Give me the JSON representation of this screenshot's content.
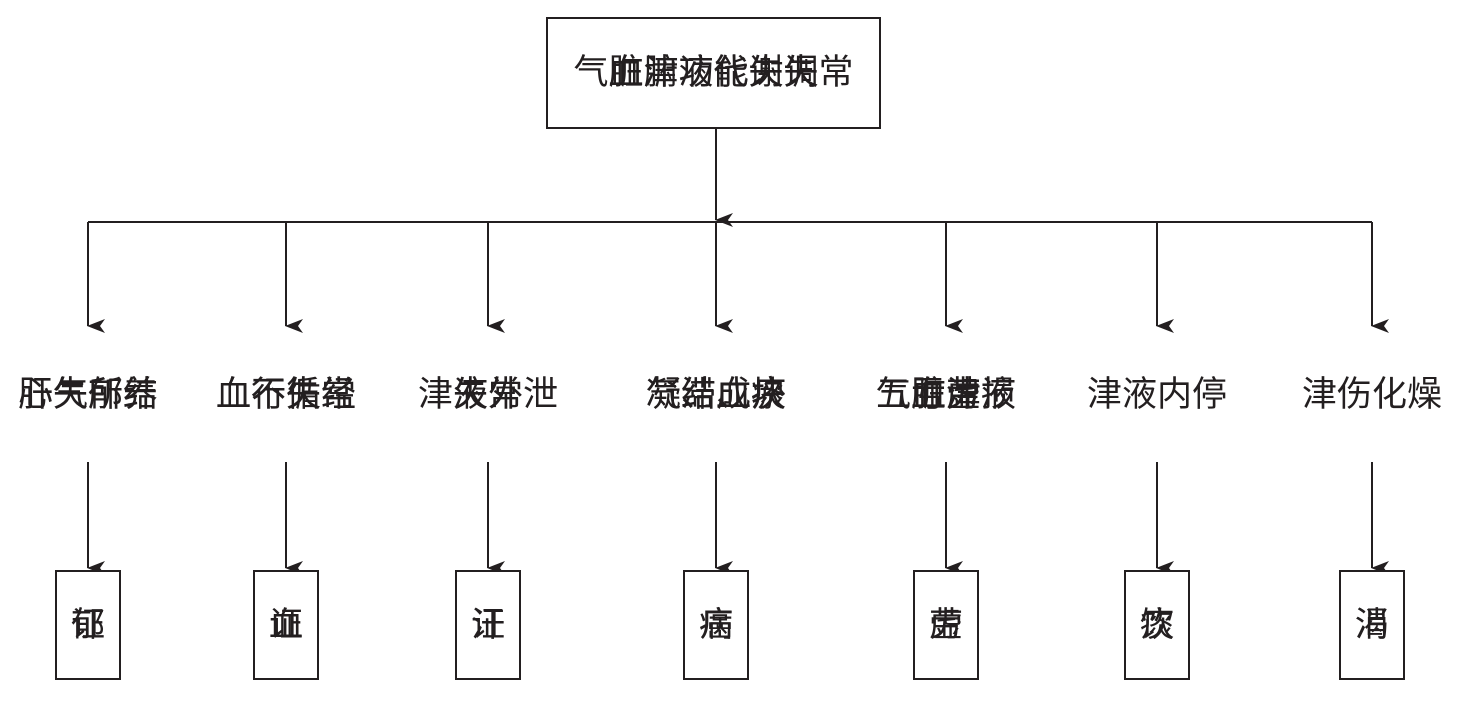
{
  "root": {
    "lines": [
      "脏腑功能失调",
      "气血津液代谢失常"
    ]
  },
  "branches": [
    {
      "mechanism": [
        "肝气郁结",
        "心失所养"
      ],
      "disease": [
        "郁",
        "证"
      ]
    },
    {
      "mechanism": [
        "血行失常",
        "血不循经"
      ],
      "disease": [
        "血",
        "证"
      ]
    },
    {
      "mechanism": [
        "津液外泄",
        "失常"
      ],
      "disease": [
        "汗",
        "证"
      ]
    },
    {
      "mechanism": [
        "气滞、痰",
        "凝、血瘀",
        "凝结成块"
      ],
      "disease": [
        "癌",
        "病"
      ]
    },
    {
      "mechanism": [
        "五脏劳损",
        "气血津液",
        "亏虚"
      ],
      "disease": [
        "虚",
        "劳"
      ]
    },
    {
      "mechanism": [
        "津液内停"
      ],
      "disease": [
        "痰",
        "饮"
      ]
    },
    {
      "mechanism": [
        "津伤化燥"
      ],
      "disease": [
        "消",
        "渴"
      ]
    }
  ]
}
